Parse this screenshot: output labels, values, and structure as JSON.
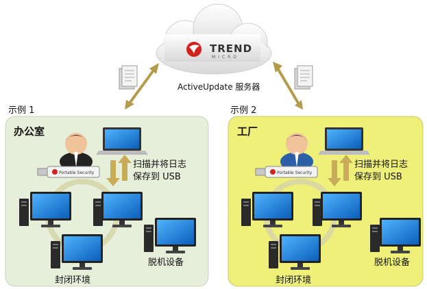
{
  "server": {
    "logo_text": "TREND",
    "logo_subtext": "MICRO",
    "label": "ActiveUpdate 服务器"
  },
  "examples": [
    {
      "tag": "示例 1",
      "title": "办公室",
      "scan_note_line1": "扫描并将日志",
      "scan_note_line2": "保存到 USB",
      "closed_env_label": "封闭环境",
      "standalone_label": "脱机设备",
      "usb_label": "Portable Security",
      "bg_color": "#e6efda",
      "user_shirt_color": "#222222"
    },
    {
      "tag": "示例 2",
      "title": "工厂",
      "scan_note_line1": "扫描并将日志",
      "scan_note_line2": "保存到 USB",
      "closed_env_label": "封闭环境",
      "standalone_label": "脱机设备",
      "usb_label": "Portable Security",
      "bg_color": "#eef07a",
      "user_shirt_color": "#2b5fa8"
    }
  ],
  "colors": {
    "arrow": "#b59a4a",
    "screen": "#1e7fd8",
    "ring": "#d9d9b0",
    "cloud": "#ececec",
    "logo_red": "#d0231f"
  }
}
